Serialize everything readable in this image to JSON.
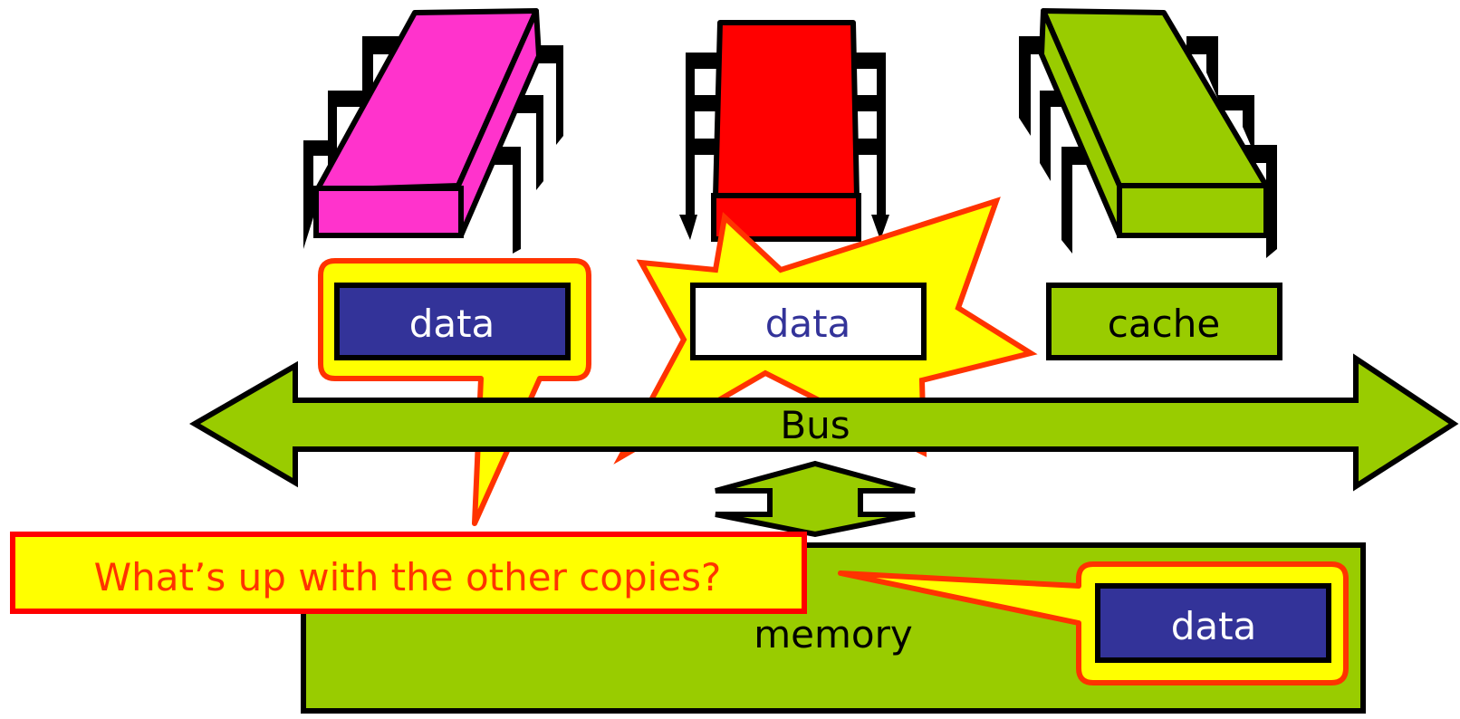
{
  "caches": [
    {
      "label": "data",
      "style": "dark"
    },
    {
      "label": "data",
      "style": "white"
    },
    {
      "label": "cache",
      "style": "green"
    }
  ],
  "bus_label": "Bus",
  "memory": {
    "label": "memory",
    "data_label": "data"
  },
  "callout": {
    "question": "What’s up with the other copies?"
  },
  "colors": {
    "processor_magenta": "#ff33cc",
    "processor_red": "#ff0000",
    "processor_green": "#99cc00",
    "bus_green": "#99cc00",
    "memory_green": "#99cc00",
    "data_dark": "#333399",
    "callout_fill": "#ffff00",
    "callout_border": "#ff3300",
    "callout_text": "#ff3300",
    "outline": "#000000"
  }
}
